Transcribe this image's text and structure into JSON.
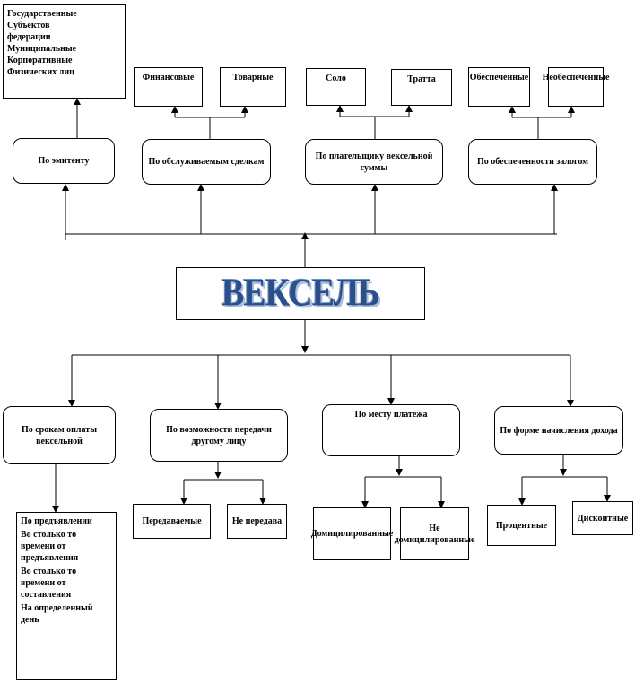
{
  "title": "ВЕКСЕЛЬ",
  "top": {
    "issuer": {
      "label": "По эмитенту",
      "items": [
        "Государственные",
        "Субъектов",
        "федерации",
        "Муниципальные",
        "Корпоративные",
        "Физических лиц"
      ]
    },
    "transactions": {
      "label": "По обслуживаемым сделкам",
      "children": [
        "Финансовые",
        "Товарные"
      ]
    },
    "payer": {
      "label": "По плательщику вексельной суммы",
      "children": [
        "Соло",
        "Тратта"
      ]
    },
    "collateral": {
      "label": "По обеспеченности залогом",
      "children": [
        "Обеспеченные",
        "Необеспеченные"
      ]
    }
  },
  "bottom": {
    "terms": {
      "label": "По срокам оплаты вексельной",
      "items": [
        "По предъявлении",
        "Во столько то времени от предъявления",
        "Во столько то времени от составления",
        "На определенный день"
      ]
    },
    "transfer": {
      "label": "По возможности передачи другому лицу",
      "children": [
        "Передаваемые",
        "Не передава"
      ]
    },
    "place": {
      "label": "По месту платежа",
      "children": [
        "Домицилированные",
        "Не домицилированные"
      ]
    },
    "income": {
      "label": "По форме начисления дохода",
      "children": [
        "Процентные",
        "Дисконтные"
      ]
    }
  }
}
